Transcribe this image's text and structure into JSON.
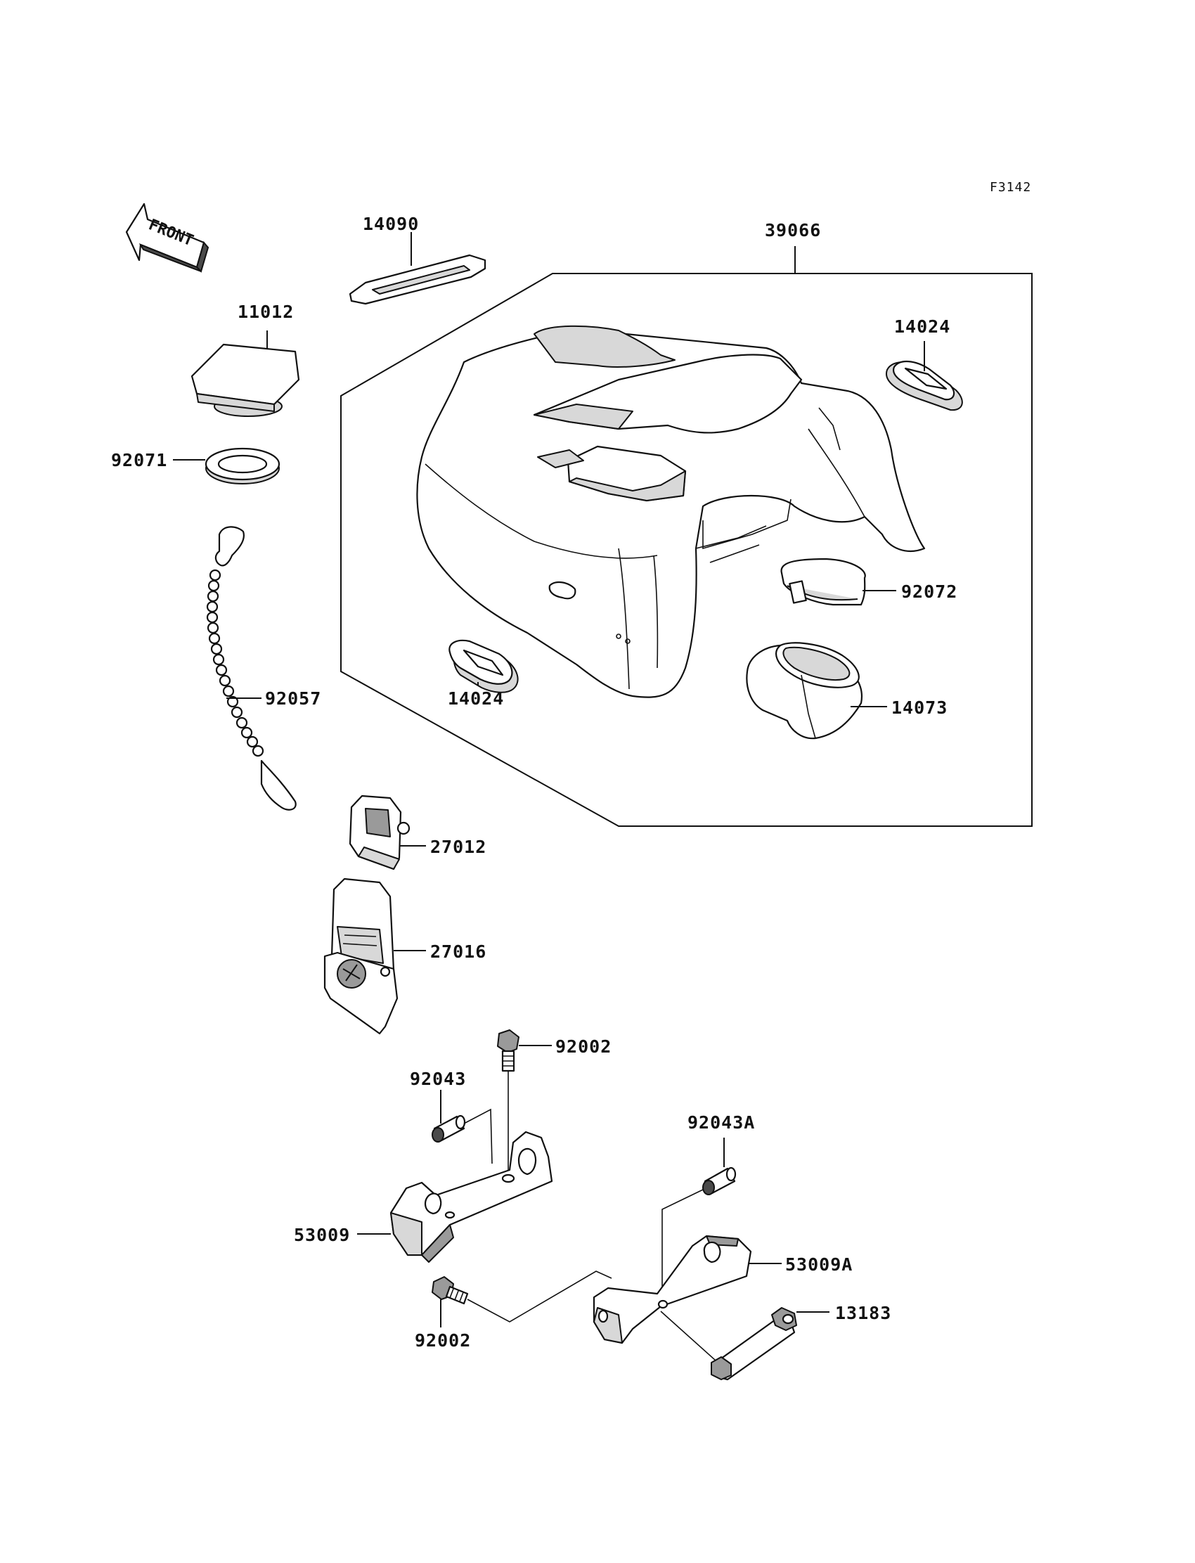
{
  "figure_code": "F3142",
  "front_arrow_label": "FRONT",
  "parts": {
    "p14090": "14090",
    "p39066": "39066",
    "p11012": "11012",
    "p14024_top": "14024",
    "p92071": "92071",
    "p92072": "92072",
    "p14024_bottom": "14024",
    "p14073": "14073",
    "p92057": "92057",
    "p27012": "27012",
    "p27016": "27016",
    "p92002_top": "92002",
    "p92043": "92043",
    "p92043A": "92043A",
    "p53009": "53009",
    "p53009A": "53009A",
    "p13183": "13183",
    "p92002_bottom": "92002"
  },
  "colors": {
    "line": "#111111",
    "shade": "#9a9a9a",
    "dark": "#4a4a4a",
    "background": "#ffffff"
  }
}
